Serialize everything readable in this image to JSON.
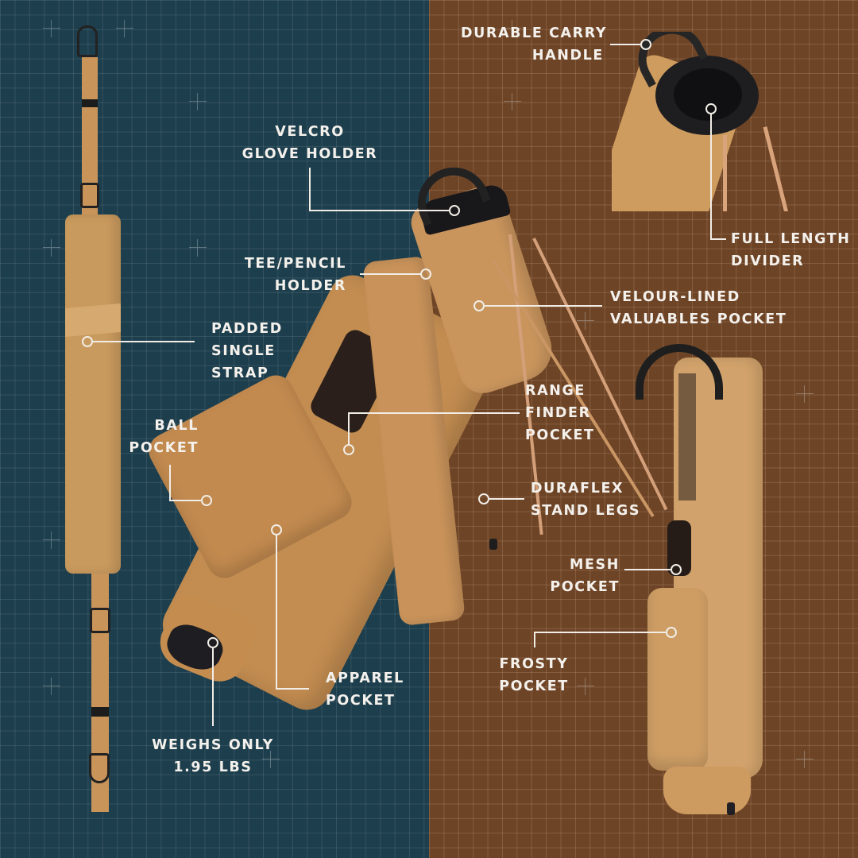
{
  "panels": {
    "left_color": "#1d3e4d",
    "right_color": "#6e4426",
    "bag_color": "#c9945a",
    "accent_dark": "#1f1f1f"
  },
  "callouts": {
    "velcro_glove_holder": [
      "VELCRO",
      "GLOVE HOLDER"
    ],
    "tee_pencil_holder": [
      "TEE/PENCIL",
      "HOLDER"
    ],
    "padded_single_strap": [
      "PADDED",
      "SINGLE",
      "STRAP"
    ],
    "ball_pocket": [
      "BALL",
      "POCKET"
    ],
    "weighs_only": [
      "WEIGHS ONLY",
      "1.95 LBS"
    ],
    "apparel_pocket": [
      "APPAREL",
      "POCKET"
    ],
    "durable_carry_handle": [
      "DURABLE CARRY",
      "HANDLE"
    ],
    "full_length_divider": [
      "FULL LENGTH",
      "DIVIDER"
    ],
    "velour_lined_pocket": [
      "VELOUR-LINED",
      "VALUABLES POCKET"
    ],
    "range_finder_pocket": [
      "RANGE",
      "FINDER",
      "POCKET"
    ],
    "duraflex_stand_legs": [
      "DURAFLEX",
      "STAND LEGS"
    ],
    "mesh_pocket": [
      "MESH",
      "POCKET"
    ],
    "frosty_pocket": [
      "FROSTY",
      "POCKET"
    ]
  },
  "images": {
    "strap": "padded-single-strap-product-image",
    "main_bag": "main-golf-bag-product-image",
    "top_detail": "bag-top-handle-detail-image",
    "side_bag": "side-view-golf-bag-image"
  }
}
